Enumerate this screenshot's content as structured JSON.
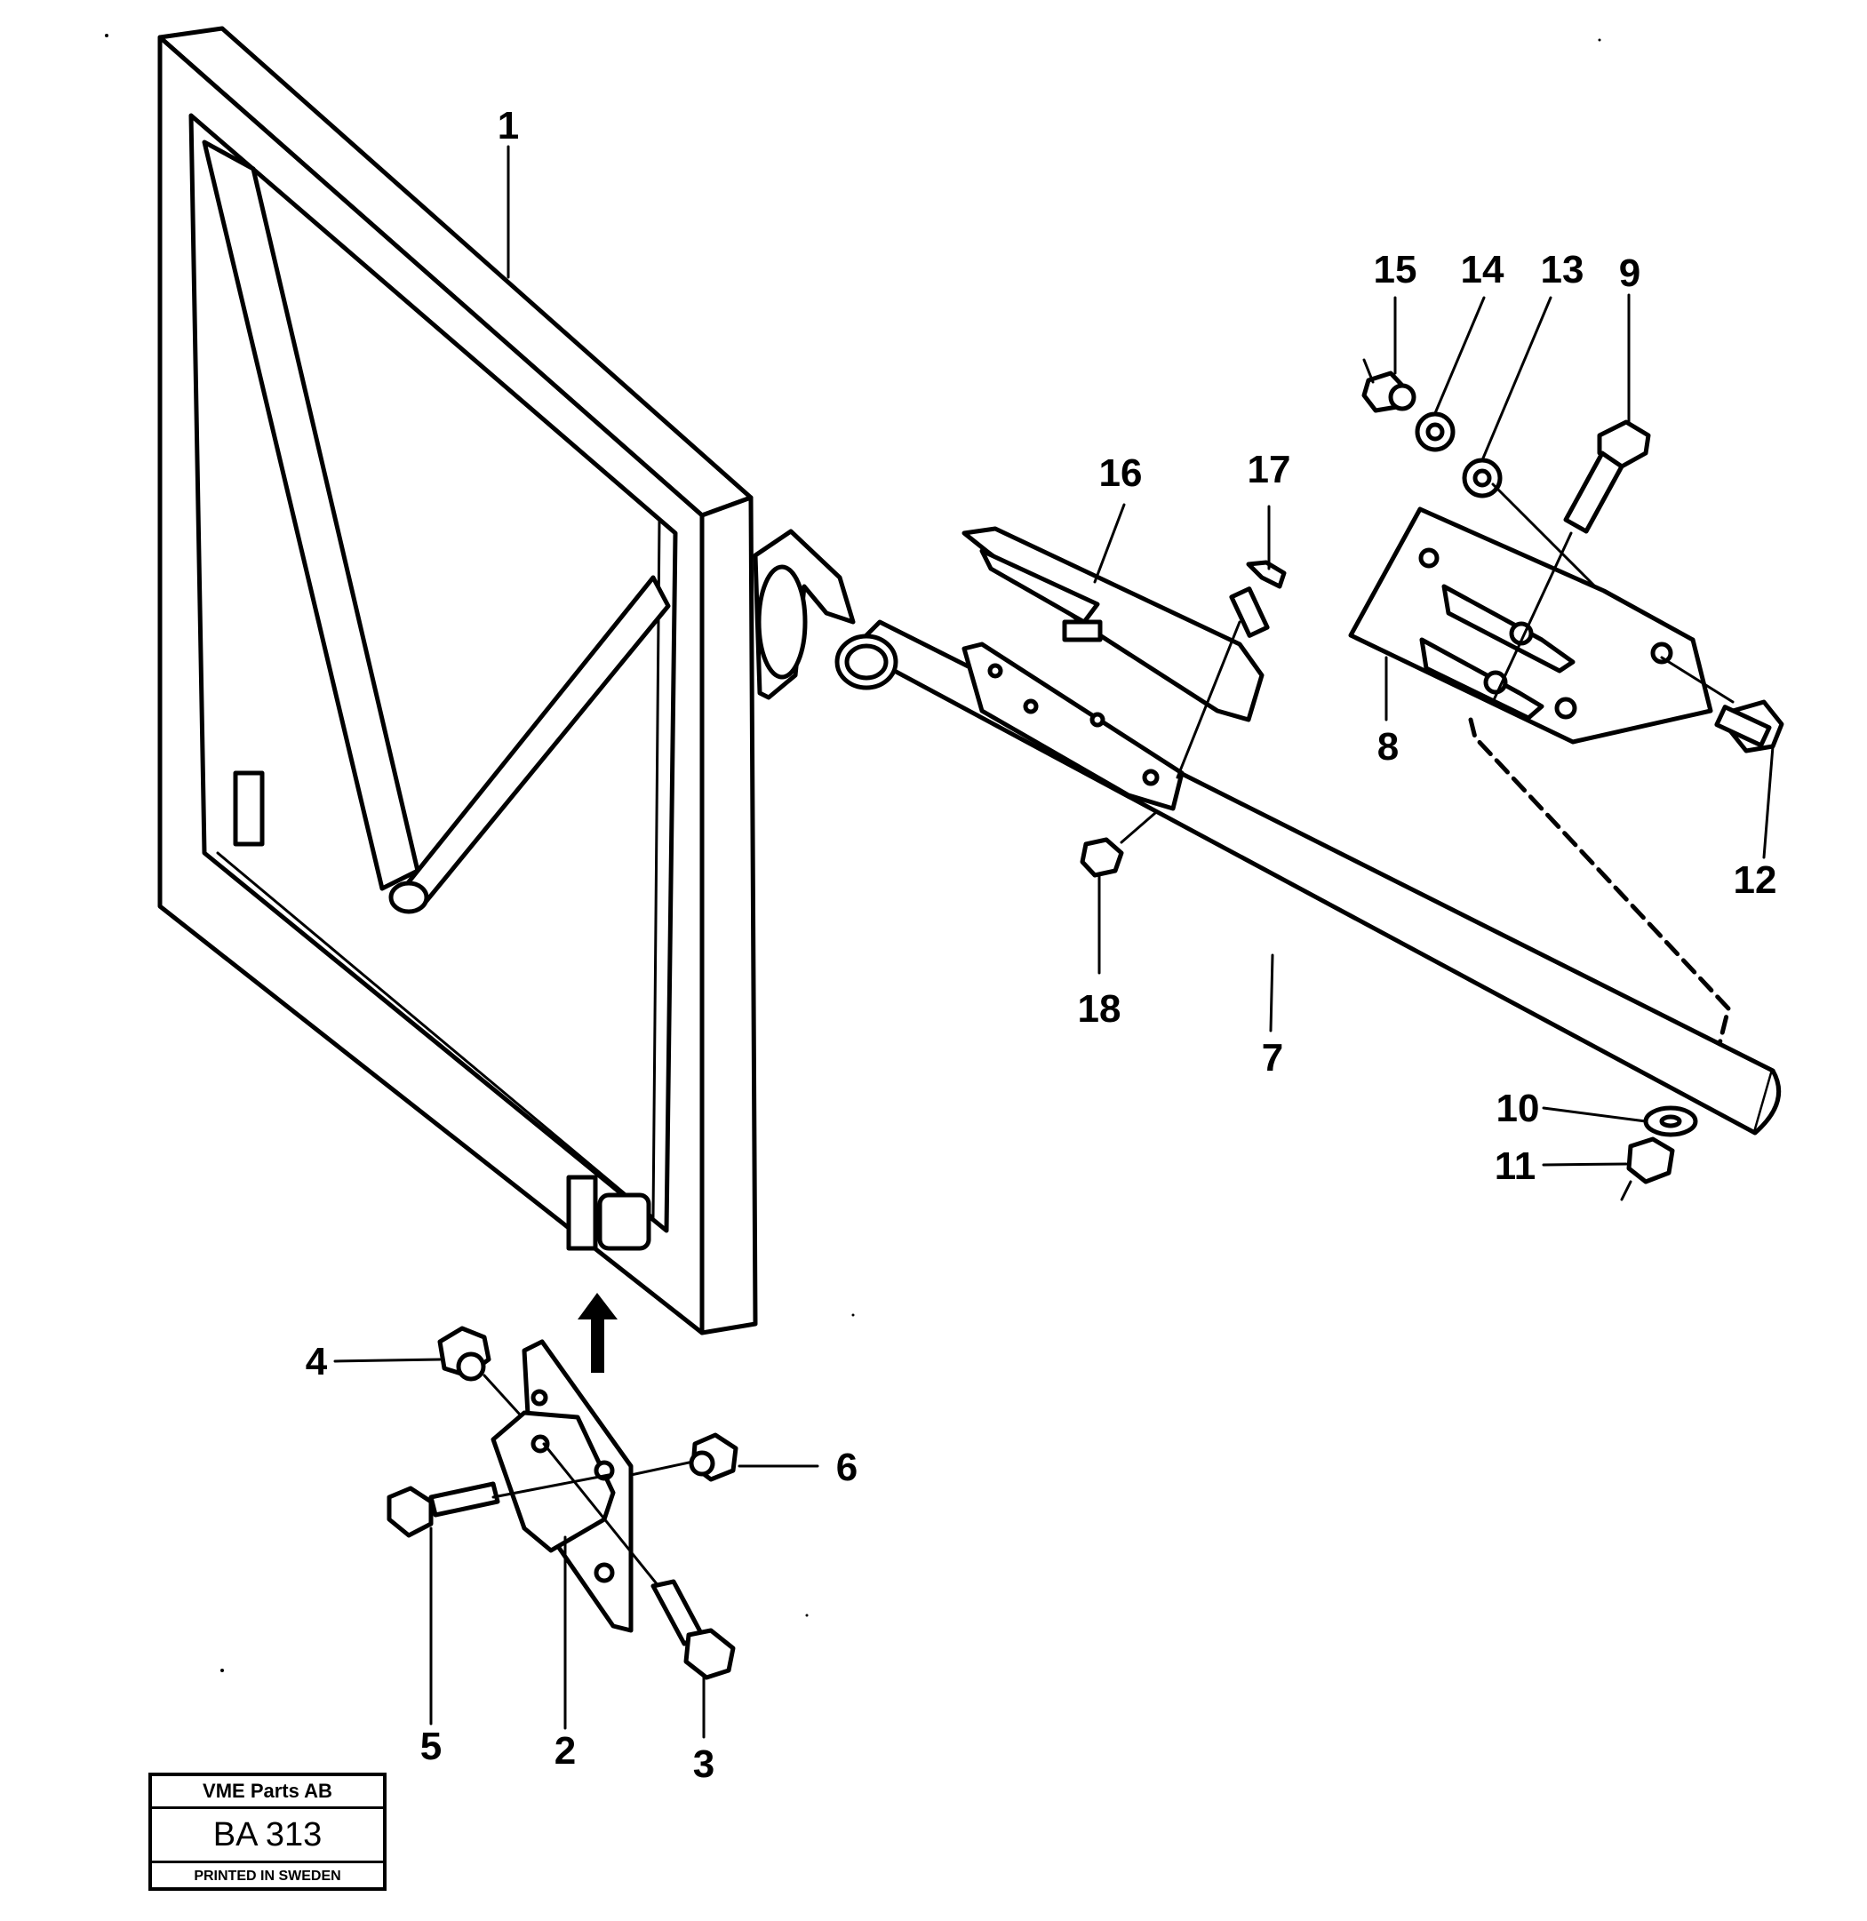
{
  "callouts": [
    {
      "id": "c1",
      "text": "1"
    },
    {
      "id": "c2",
      "text": "2"
    },
    {
      "id": "c3",
      "text": "3"
    },
    {
      "id": "c4",
      "text": "4"
    },
    {
      "id": "c5",
      "text": "5"
    },
    {
      "id": "c6",
      "text": "6"
    },
    {
      "id": "c7",
      "text": "7"
    },
    {
      "id": "c8",
      "text": "8"
    },
    {
      "id": "c9",
      "text": "9"
    },
    {
      "id": "c10",
      "text": "10"
    },
    {
      "id": "c11",
      "text": "11"
    },
    {
      "id": "c12",
      "text": "12"
    },
    {
      "id": "c13",
      "text": "13"
    },
    {
      "id": "c14",
      "text": "14"
    },
    {
      "id": "c15",
      "text": "15"
    },
    {
      "id": "c16",
      "text": "16"
    },
    {
      "id": "c17",
      "text": "17"
    },
    {
      "id": "c18",
      "text": "18"
    }
  ],
  "title_block": {
    "company": "VME Parts AB",
    "code": "BA 313",
    "printed": "PRINTED IN SWEDEN"
  }
}
